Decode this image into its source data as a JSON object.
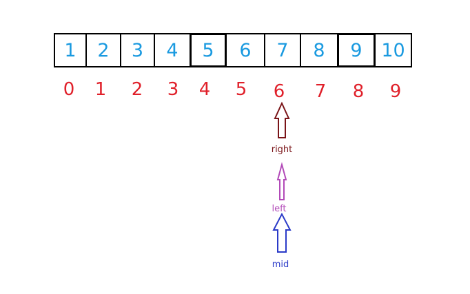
{
  "array_values": [
    "1",
    "2",
    "3",
    "4",
    "5",
    "6",
    "7",
    "8",
    "9",
    "10"
  ],
  "indices": [
    "0",
    "1",
    "2",
    "3",
    "4",
    "5",
    "6",
    "7",
    "8",
    "9"
  ],
  "colors": {
    "value_text": "#1a9ae0",
    "index_text": "#e0202a",
    "right_arrow": "#7a1418",
    "left_arrow": "#b24ab8",
    "mid_arrow": "#2a3ac8",
    "border": "#000000"
  },
  "pointers": {
    "right": {
      "label": "right",
      "index": 6
    },
    "left": {
      "label": "left",
      "index": 6
    },
    "mid": {
      "label": "mid",
      "index": 6
    }
  }
}
